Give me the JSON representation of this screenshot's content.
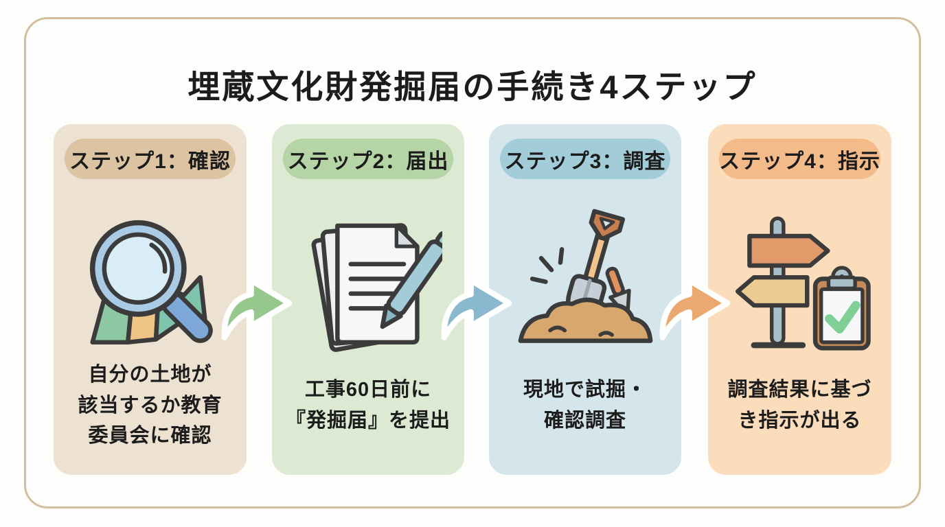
{
  "title": "埋蔵文化財発掘届の手続き4ステップ",
  "steps": [
    {
      "badge": "ステップ1：確認",
      "description": "自分の土地が\n該当するか教育\n委員会に確認",
      "icon": "magnifier-map-icon",
      "card_bg": "#ede2d1",
      "badge_bg": "#dcc4a2"
    },
    {
      "badge": "ステップ2：届出",
      "description": "工事60日前に\n『発掘届』を提出",
      "icon": "documents-pen-icon",
      "card_bg": "#dcead3",
      "badge_bg": "#b5d5a6"
    },
    {
      "badge": "ステップ3：調査",
      "description": "現地で試掘・\n確認調査",
      "icon": "shovel-dig-icon",
      "card_bg": "#d4e5ec",
      "badge_bg": "#a3ccd9"
    },
    {
      "badge": "ステップ4：指示",
      "description": "調査結果に基づ\nき指示が出る",
      "icon": "signpost-clipboard-icon",
      "card_bg": "#fbdcbb",
      "badge_bg": "#f3ba8a"
    }
  ],
  "arrows": [
    {
      "name": "arrow-step1-to-step2",
      "color": "#96c78c"
    },
    {
      "name": "arrow-step2-to-step3",
      "color": "#8ab8cf"
    },
    {
      "name": "arrow-step3-to-step4",
      "color": "#eca96f"
    }
  ],
  "colors": {
    "page_bg": "#fdfdfb",
    "frame_border": "#d2bf9f",
    "text": "#1c1c1c"
  }
}
